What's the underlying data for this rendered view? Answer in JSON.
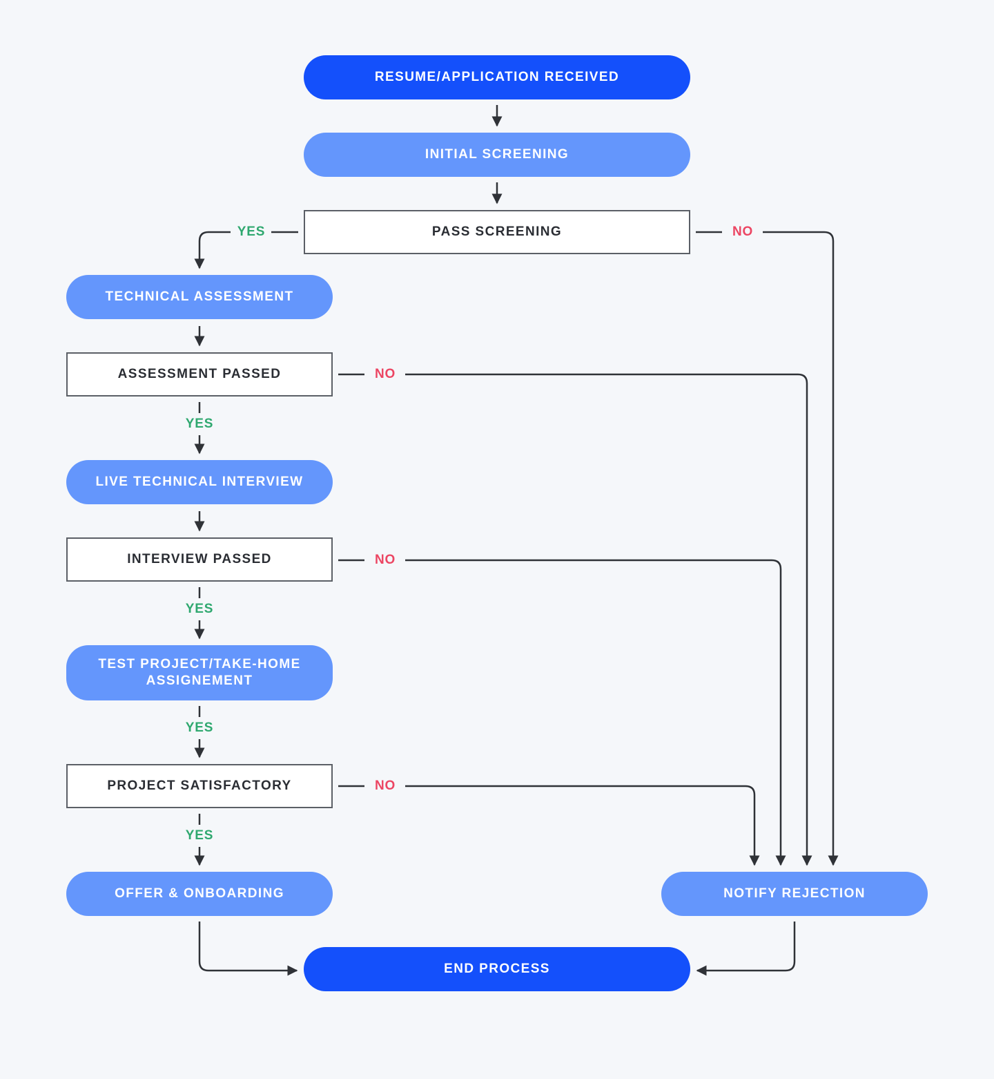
{
  "nodes": {
    "received": "RESUME/APPLICATION RECEIVED",
    "initial_screening": "INITIAL SCREENING",
    "pass_screening": "PASS SCREENING",
    "technical_assessment": "TECHNICAL ASSESSMENT",
    "assessment_passed": "ASSESSMENT PASSED",
    "live_interview": "LIVE TECHNICAL INTERVIEW",
    "interview_passed": "INTERVIEW PASSED",
    "test_project": "TEST PROJECT/TAKE-HOME ASSIGNEMENT",
    "project_satisfactory": "PROJECT SATISFACTORY",
    "offer": "OFFER & ONBOARDING",
    "notify_rejection": "NOTIFY REJECTION",
    "end_process": "END PROCESS"
  },
  "labels": {
    "yes": "YES",
    "no": "NO"
  },
  "colors": {
    "start_end": "#1450fb",
    "process": "#6496fc",
    "decision_border": "#5b5f66",
    "connector": "#2f3237",
    "yes": "#2fa86f",
    "no": "#ec4663",
    "background": "#f5f7fa"
  }
}
